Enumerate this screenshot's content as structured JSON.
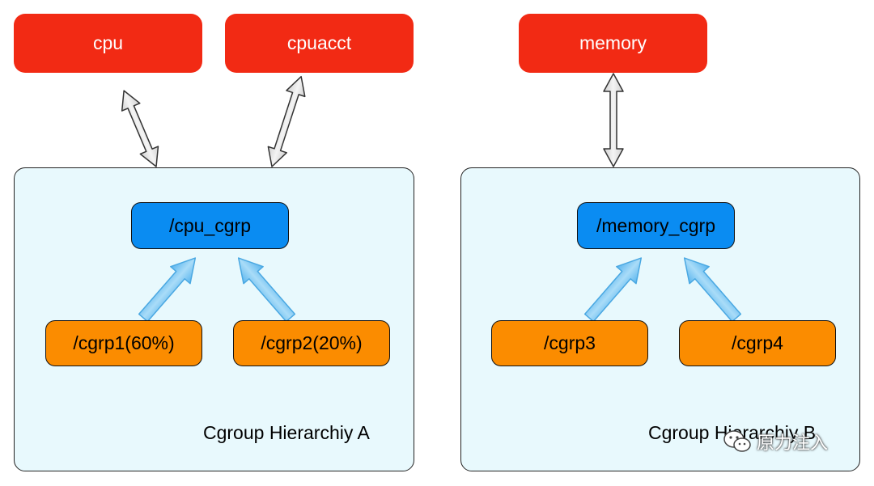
{
  "subsystems": [
    "cpu",
    "cpuacct",
    "memory"
  ],
  "hierarchy_a": {
    "root": "/cpu_cgrp",
    "children": [
      "/cgrp1(60%)",
      "/cgrp2(20%)"
    ],
    "label": "Cgroup Hierarchiy A"
  },
  "hierarchy_b": {
    "root": "/memory_cgrp",
    "children": [
      "/cgrp3",
      "/cgrp4"
    ],
    "label": "Cgroup Hierarchiy B"
  },
  "watermark": {
    "icon": "wechat-icon",
    "text": "原力注入"
  },
  "colors": {
    "subsystem": "#f22a14",
    "hierarchy_bg": "#e8f9fd",
    "root_cgroup": "#0a8cf2",
    "child_cgroup": "#fb8c00",
    "double_arrow": "#e6e6e6",
    "child_arrow": "#7cc7f2"
  }
}
